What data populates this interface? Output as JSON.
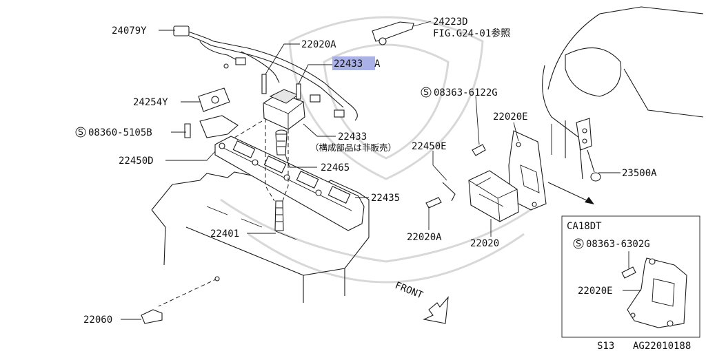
{
  "colors": {
    "highlight": "#aab0e8",
    "ink": "#111111"
  },
  "labels": {
    "p24079y": "24079Y",
    "p22020a_top": "22020A",
    "p24223d": "24223D",
    "fig_ref": "FIG.G24-01参照",
    "p22433a_code": "22433",
    "p22433a_suffix": "A",
    "p24254y": "24254Y",
    "s08360": "08360-5105B",
    "p22450d": "22450D",
    "p22433": "22433",
    "not_sold_note": "（構成部品は非販売）",
    "p22465": "22465",
    "p22435": "22435",
    "p22401": "22401",
    "p22060": "22060",
    "s08363_6122g": "08363-6122G",
    "p22020e": "22020E",
    "p23500a": "23500A",
    "p22450e": "22450E",
    "p22020a_bottom": "22020A",
    "p22020": "22020",
    "front": "FRONT",
    "s_symbol": "S"
  },
  "inset": {
    "engine": "CA18DT",
    "s08363_6302g": "08363-6302G",
    "p22020e": "22020E"
  },
  "footer": {
    "left": "S13",
    "right": "AG22010188"
  }
}
